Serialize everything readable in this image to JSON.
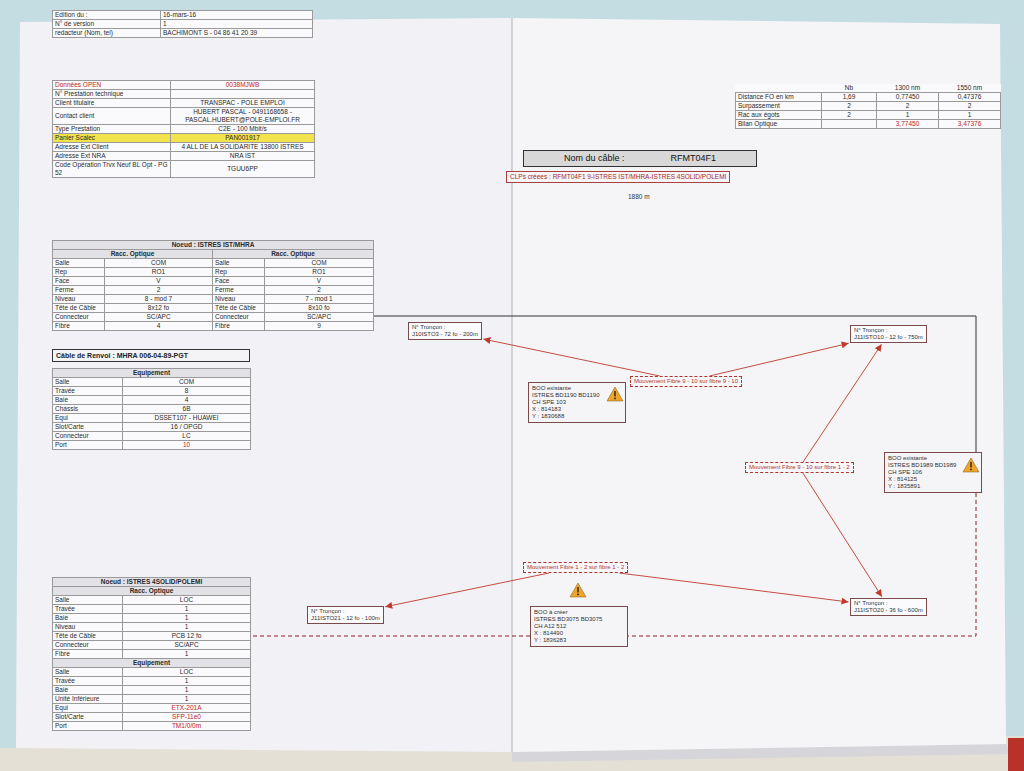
{
  "diagram": {
    "nodes": [
      {
        "text": [
          "Edition du :",
          "16-mars-16",
          "N° de version",
          "1",
          "redacteur (Nom, tel)",
          "BACHIMONT S - 04 86 41 20 39"
        ]
      },
      {
        "text": [
          "Données OPEN",
          "0038MJWB",
          "N° Prestation technique",
          "Client titulaire",
          "TRANSPAC - POLE EMPLOI",
          "Contact client",
          "HUBERT PASCAL - 0491168658 - PASCAL.HUBERT@POLE-EMPLOI.FR",
          "Type Prestation",
          "C2E - 100 Mbit/s",
          "Panier Scalec",
          "PAN001917",
          "Adresse Ext Client",
          "4 ALL DE LA SOLIDARITE 13800 ISTRES",
          "Adresse Ext NRA",
          "NRA IST",
          "Code Opération Trvx Neuf BL Opt - PG 52",
          "TGUU6PP"
        ]
      },
      {
        "text": [
          "Nb",
          "1300 nm",
          "1550 nm",
          "Distance FO en km",
          "1,69",
          "0,77450",
          "0,47376",
          "Surpassement",
          "2",
          "2",
          "2",
          "Rac aux égots",
          "2",
          "1",
          "1",
          "Bilan Optique",
          "3,77450",
          "3,47376"
        ]
      },
      {
        "text": [
          "Nom du câble :",
          "RFMT04F1"
        ]
      },
      {
        "text": [
          "CLPs créees : RFMT04F1 9-ISTRES IST/MHRA-ISTRES 4SOLID/POLEMI"
        ]
      },
      {
        "text": [
          "Noeud : ISTRES IST/MHRA",
          "Racc. Optique",
          "Racc. Optique",
          "Salle",
          "COM",
          "Salle",
          "COM",
          "Rep",
          "RO1",
          "Rep",
          "RO1",
          "Face",
          "V",
          "Face",
          "V",
          "Ferme",
          "2",
          "Ferme",
          "2",
          "Niveau",
          "8 - mod 7",
          "Niveau",
          "7 - mod 1",
          "Tête de Câble",
          "8x12 fo",
          "Tête de Câble",
          "8x10 fo",
          "Connecteur",
          "SC/APC",
          "Connecteur",
          "SC/APC",
          "Fibre",
          "4",
          "Fibre",
          "9"
        ]
      },
      {
        "text": [
          "Câble de Renvoi : MHRA 006-04-89-PGT"
        ]
      },
      {
        "text": [
          "Equipement",
          "Salle",
          "COM",
          "Travée",
          "8",
          "Baie",
          "4",
          "Chassis",
          "6B",
          "Equi",
          "DSSET107 - HUAWEI",
          "Slot/Carte",
          "16 / OPGD",
          "Connecteur",
          "LC",
          "Port",
          "10"
        ]
      },
      {
        "text": [
          "N° Tronçon :",
          "J10ISTO3 - 72 fo - 200m"
        ]
      },
      {
        "text": [
          "BOO existante",
          "ISTRES BD1190 BD1190",
          "CH SPE 103",
          "X : 814183",
          "Y : 1830688"
        ]
      },
      {
        "text": [
          "N° Tronçon :",
          "J11ISTO10 - 12 fo - 750m"
        ]
      },
      {
        "text": [
          "Mouvement Fibre 9 - 10 sur fibre 9 - 10"
        ]
      },
      {
        "text": [
          "Mouvement Fibre 9 - 10 sur fibre 1 - 2"
        ]
      },
      {
        "text": [
          "BOO existante",
          "ISTRES BD1989 BD1989",
          "CH SPE 106",
          "X : 814125",
          "Y : 1835891"
        ]
      },
      {
        "text": [
          "Mouvement Fibre 1 - 2 sur fibre 1 - 2"
        ]
      },
      {
        "text": [
          "BOO à créer",
          "ISTRES BD3075 BD3075",
          "CH A12 512",
          "X : 814490",
          "Y : 1836283"
        ]
      },
      {
        "text": [
          "N° Tronçon :",
          "J11ISTO21 - 12 fo - 100m"
        ]
      },
      {
        "text": [
          "N° Tronçon :",
          "J11ISTO20 - 36 fo - 600m"
        ]
      },
      {
        "text": [
          "Noeud : ISTRES 4SOLID/POLEMI",
          "Racc. Optique",
          "Salle",
          "LOC",
          "Travée",
          "1",
          "Baie",
          "1",
          "Niveau",
          "1",
          "Tête de Câble",
          "PCB 12 fo",
          "Connecteur",
          "SC/APC",
          "Fibre",
          "1",
          "Equipement",
          "Salle",
          "LOC",
          "Travée",
          "1",
          "Baie",
          "1",
          "Unité Inférieure",
          "1",
          "Equi",
          "ETX-201A",
          "Slot/Carte",
          "SFP-11e0",
          "Port",
          "TM1/0/0m"
        ]
      }
    ],
    "edges": [
      {
        "from": 5,
        "to": 13,
        "arrow": "none"
      },
      {
        "from": 13,
        "to": 15,
        "arrow": "none"
      },
      {
        "from": 15,
        "to": 18,
        "arrow": "none"
      },
      {
        "from": 11,
        "to": 8,
        "arrow": "to"
      },
      {
        "from": 11,
        "to": 10,
        "arrow": "to"
      },
      {
        "from": 12,
        "to": 10,
        "arrow": "to"
      },
      {
        "from": 12,
        "to": 17,
        "arrow": "to"
      },
      {
        "from": 14,
        "to": 16,
        "arrow": "to"
      },
      {
        "from": 14,
        "to": 17,
        "arrow": "to"
      }
    ],
    "labels": [
      "1880 m"
    ]
  }
}
